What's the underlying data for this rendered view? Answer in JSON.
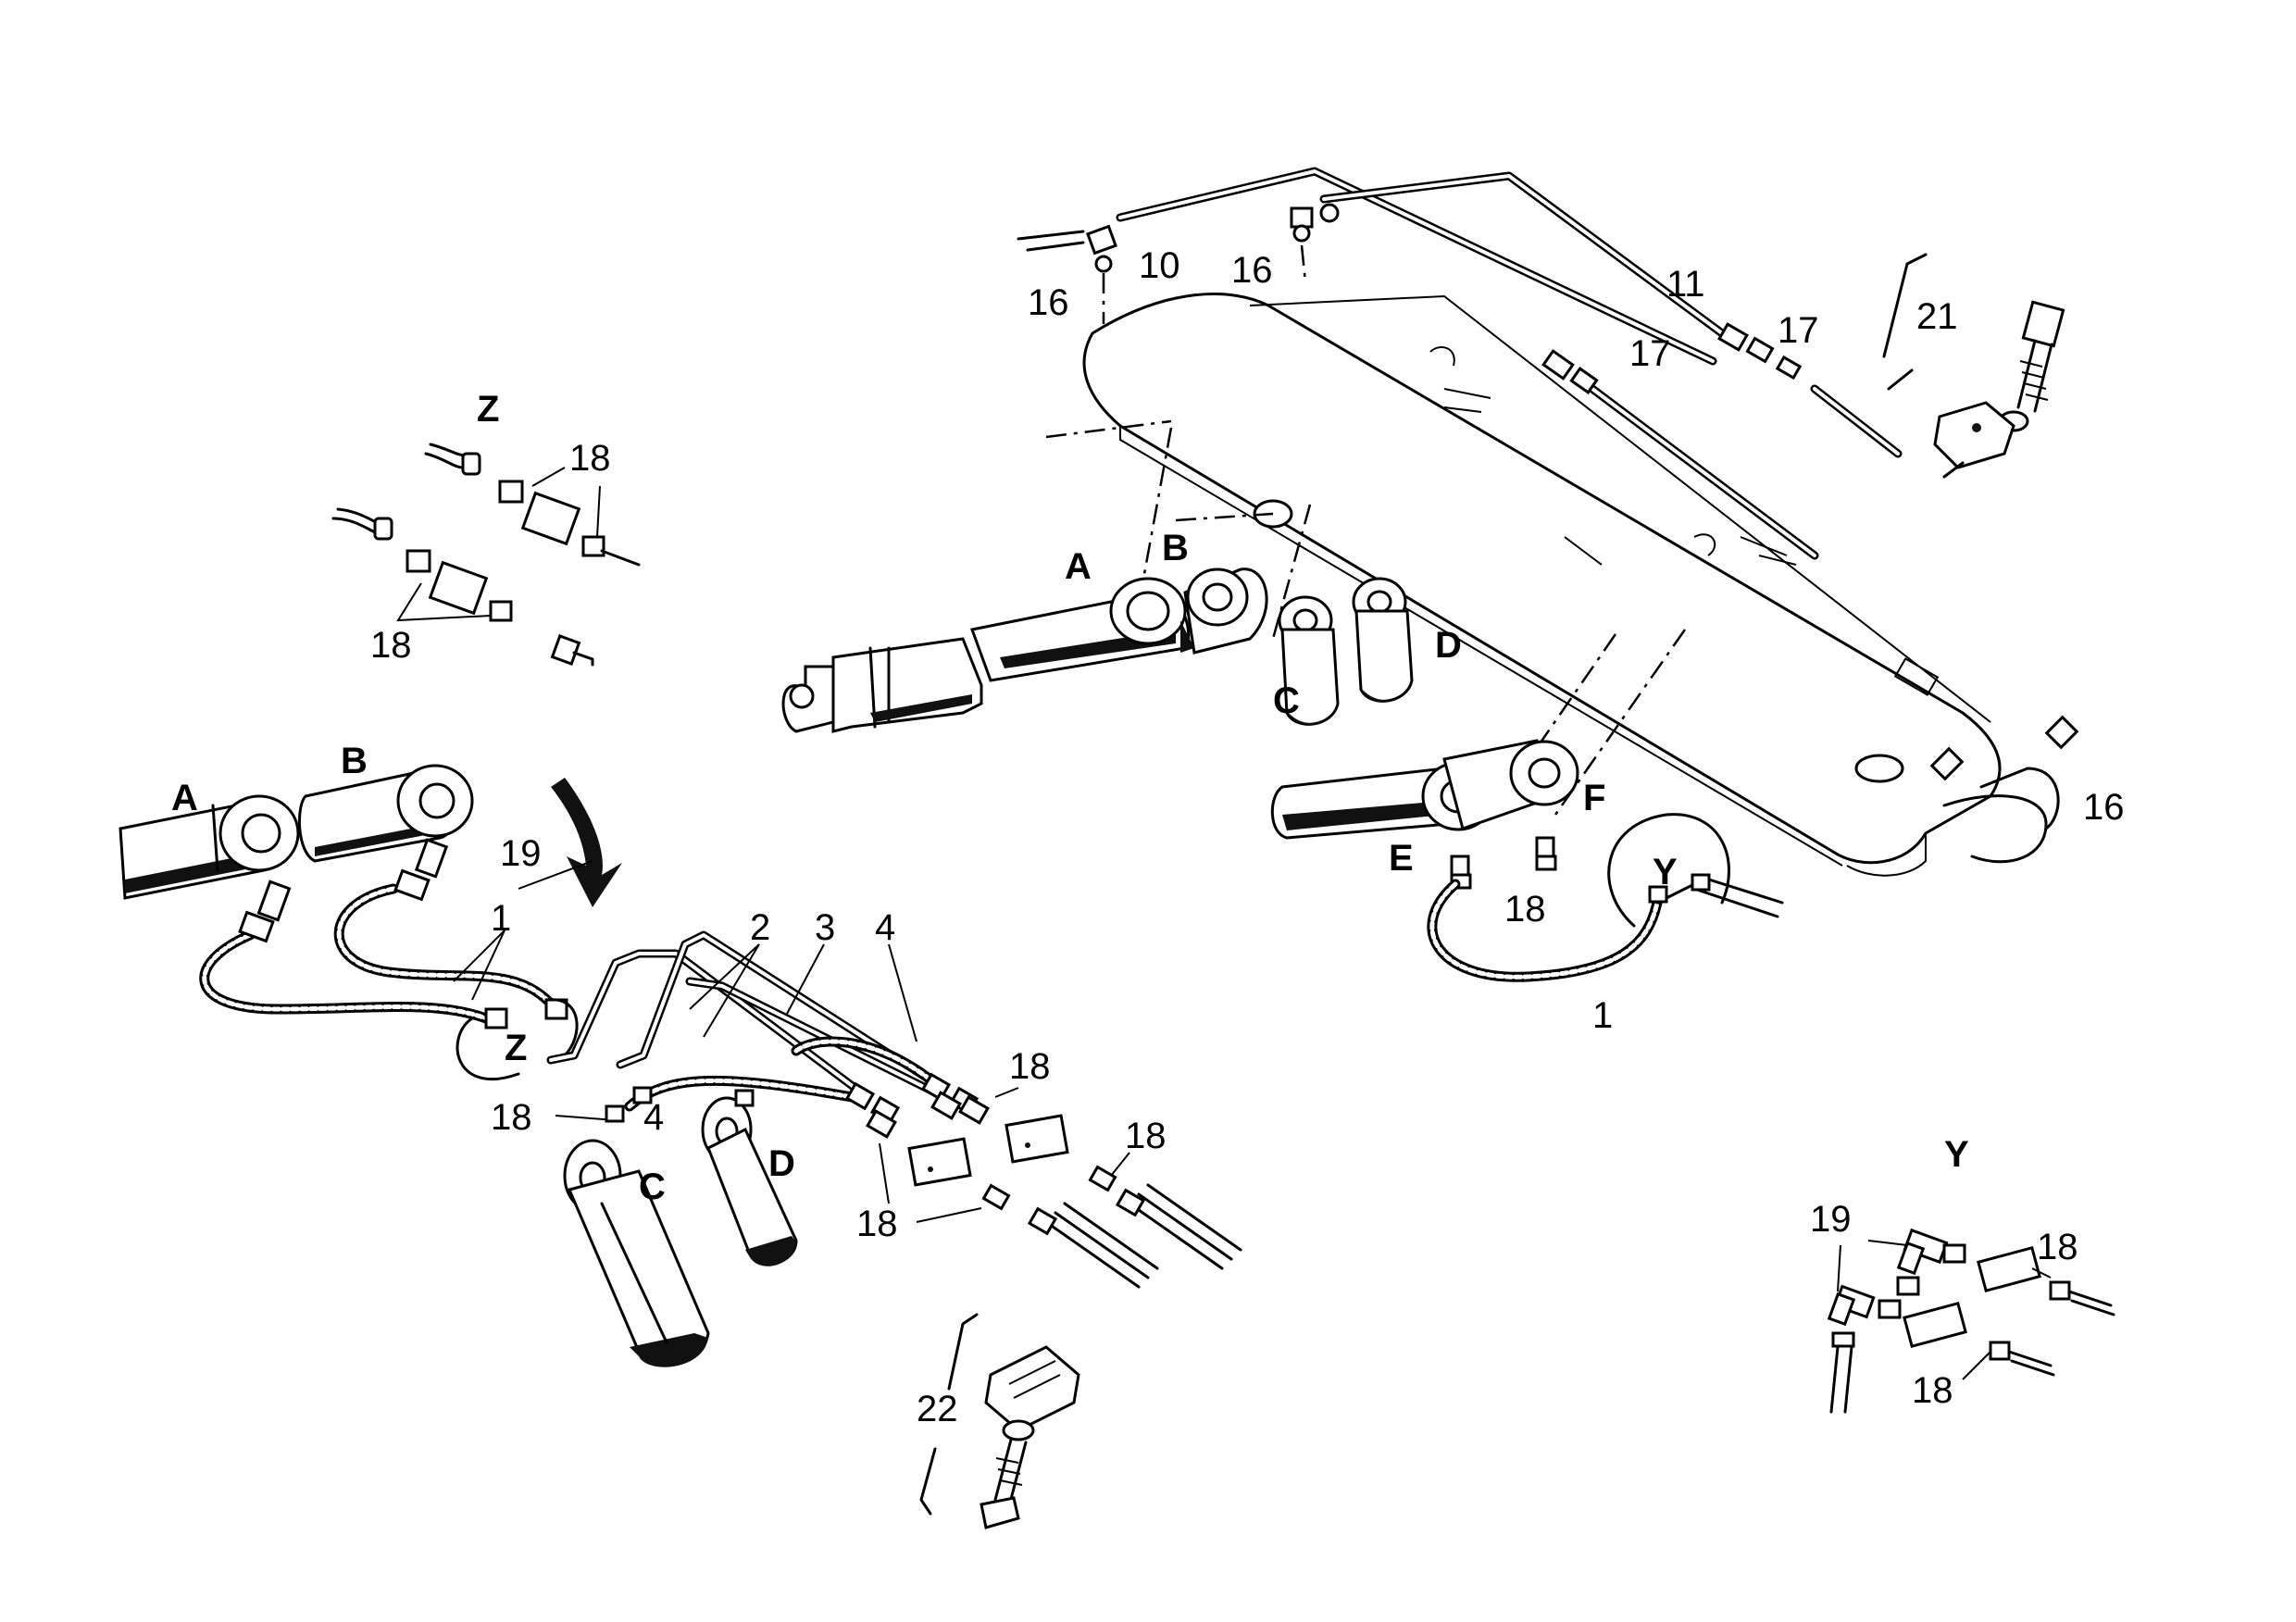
{
  "labels": {
    "main_callouts": [
      "10",
      "11",
      "16",
      "16",
      "16",
      "17",
      "17",
      "21"
    ],
    "boom_cylinders": [
      "A",
      "B",
      "C",
      "D",
      "E",
      "F"
    ],
    "boom_hoses": [
      "18",
      "1"
    ],
    "left_cylinders": [
      "A",
      "B",
      "C",
      "D"
    ],
    "left_callouts": [
      "19",
      "1",
      "2",
      "3",
      "4",
      "4",
      "18",
      "18",
      "18",
      "18"
    ],
    "detail_z": {
      "title": "Z",
      "callouts": [
        "18",
        "18"
      ]
    },
    "detail_y": {
      "title": "Y",
      "callouts": [
        "19",
        "18",
        "18"
      ]
    },
    "clamp_callout": "22",
    "view_markers": [
      "Z",
      "Y"
    ]
  }
}
